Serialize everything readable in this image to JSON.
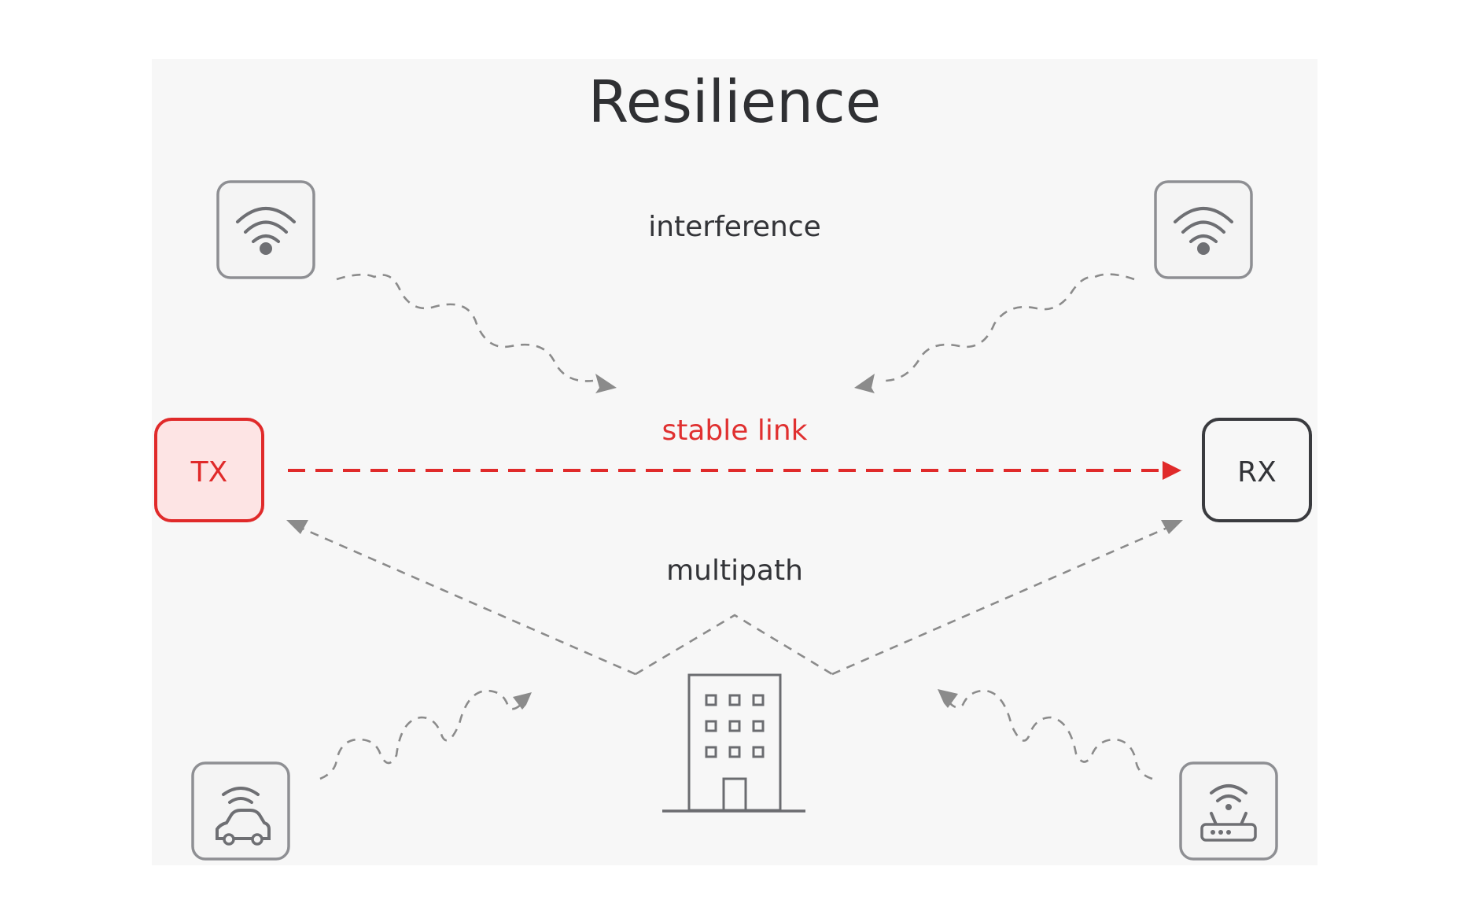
{
  "diagram": {
    "title": "Resilience",
    "labels": {
      "interference": "interference",
      "stable_link": "stable link",
      "multipath": "multipath"
    },
    "nodes": {
      "transmitter": "TX",
      "receiver": "RX"
    },
    "interferer_icons": [
      "wifi-icon",
      "wifi-icon",
      "car-icon",
      "router-icon"
    ],
    "reflector_icon": "building-icon",
    "colors": {
      "accent": "#e02a2a",
      "tx_fill": "#fde4e4",
      "rx_border": "#3a3b3f",
      "neutral": "#8b8b8b",
      "background": "#f7f7f7"
    }
  }
}
